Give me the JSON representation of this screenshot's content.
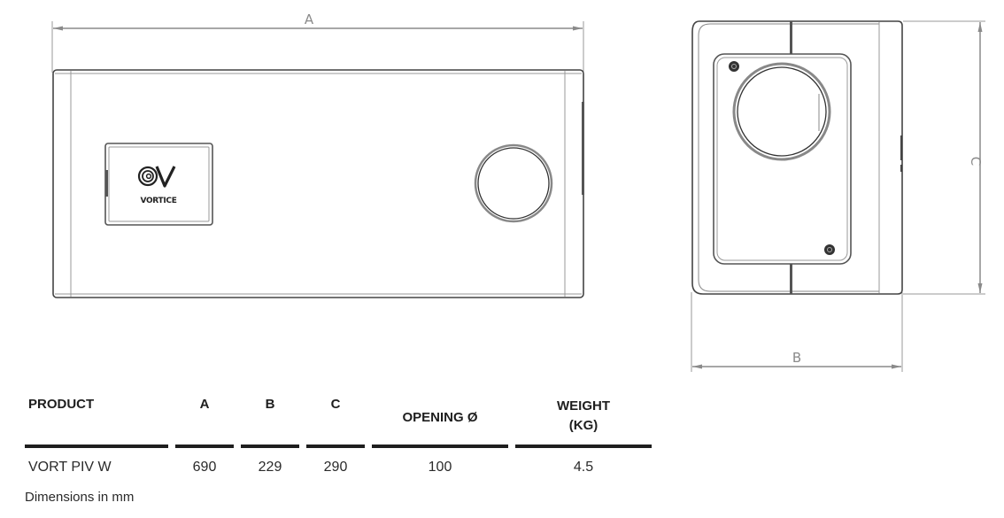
{
  "drawing": {
    "front_view": {
      "dimension_label": "A",
      "logo": {
        "brand_text": "VORTICE",
        "icon": "vortice-swirl-logo-icon"
      },
      "features": [
        "control-panel",
        "duct-opening-circle"
      ]
    },
    "side_view": {
      "height_label": "C",
      "width_label": "B",
      "features": [
        "access-panel",
        "duct-opening-circle",
        "screw-top-left",
        "screw-bottom-right"
      ]
    }
  },
  "table": {
    "headers": {
      "product": "PRODUCT",
      "a": "A",
      "b": "B",
      "c": "C",
      "opening": "OPENING Ø",
      "weight_line1": "WEIGHT",
      "weight_line2": "(KG)"
    },
    "rows": [
      {
        "product": "VORT PIV W",
        "a": "690",
        "b": "229",
        "c": "290",
        "opening": "100",
        "weight": "4.5"
      }
    ]
  },
  "footnote": "Dimensions in mm"
}
